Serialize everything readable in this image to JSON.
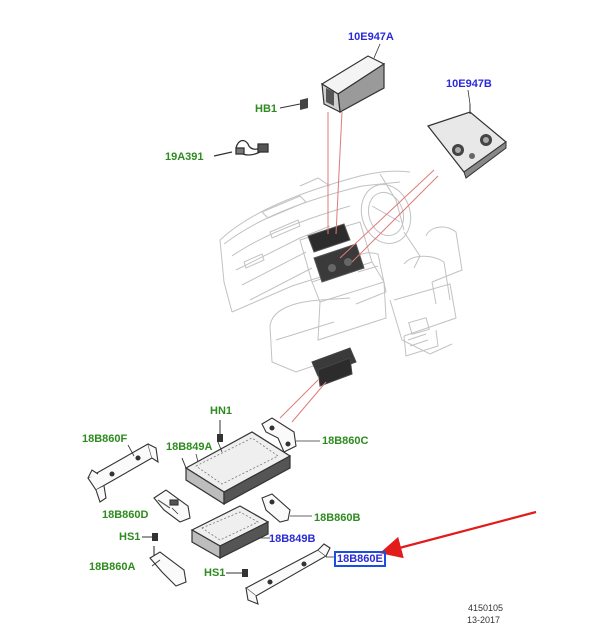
{
  "labels": {
    "p10E947A": "10E947A",
    "p10E947B": "10E947B",
    "HB1": "HB1",
    "p19A391": "19A391",
    "HN1": "HN1",
    "p18B860F_left": "18B860F",
    "p18B849A": "18B849A",
    "p18B860C": "18B860C",
    "p18B860D": "18B860D",
    "p18B860B": "18B860B",
    "HS1_top": "HS1",
    "p18B849B": "18B849B",
    "p18B860E": "18B860E",
    "p18B860A": "18B860A",
    "HS1_bottom": "HS1"
  },
  "footer": {
    "drawing_number": "4150105",
    "date": "13-2017"
  },
  "colors": {
    "part_label_green": "#2e8b1f",
    "part_label_blue": "#2b2bd6",
    "highlight_box": "#1a4fe0",
    "callout_arrow": "#e21b1b",
    "leader_line": "#e07a7a"
  }
}
